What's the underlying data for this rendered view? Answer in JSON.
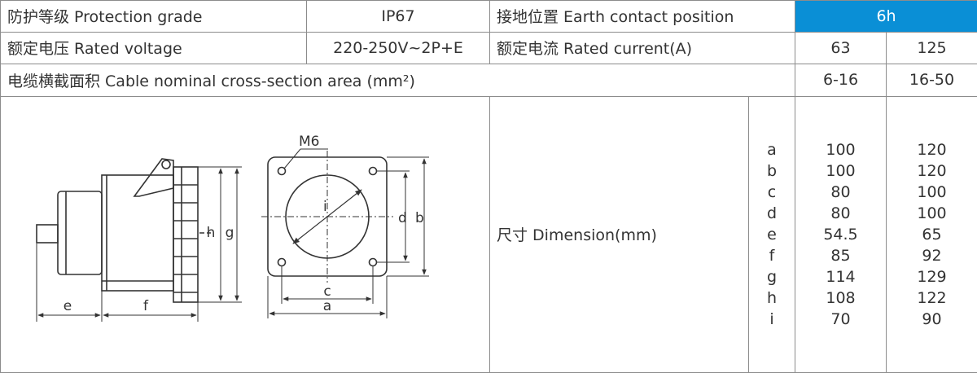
{
  "rows": {
    "protection_grade_label": "防护等级 Protection grade",
    "protection_grade_value": "IP67",
    "earth_contact_label": "接地位置 Earth contact position",
    "earth_contact_value": "6h",
    "rated_voltage_label": "额定电压 Rated voltage",
    "rated_voltage_value": "220-250V~2P+E",
    "rated_current_label": "额定电流 Rated current(A)",
    "rated_current_values": [
      "63",
      "125"
    ],
    "cable_label": "电缆横截面积 Cable nominal cross-section area (mm²)",
    "cable_values": [
      "6-16",
      "16-50"
    ]
  },
  "dimension": {
    "label": "尺寸 Dimension(mm)",
    "letters": [
      "a",
      "b",
      "c",
      "d",
      "e",
      "f",
      "g",
      "h",
      "i"
    ],
    "col_63": [
      "100",
      "100",
      "80",
      "80",
      "54.5",
      "85",
      "114",
      "108",
      "70"
    ],
    "col_125": [
      "120",
      "120",
      "100",
      "100",
      "65",
      "92",
      "129",
      "122",
      "90"
    ]
  },
  "drawing": {
    "side_labels": {
      "e": "e",
      "f": "f",
      "h": "h",
      "g": "g"
    },
    "front_labels": {
      "m6": "M6",
      "i": "i",
      "d": "d",
      "b": "b",
      "c": "c",
      "a": "a"
    },
    "line_color": "#333333",
    "highlight_color": "#0a8fd6"
  }
}
